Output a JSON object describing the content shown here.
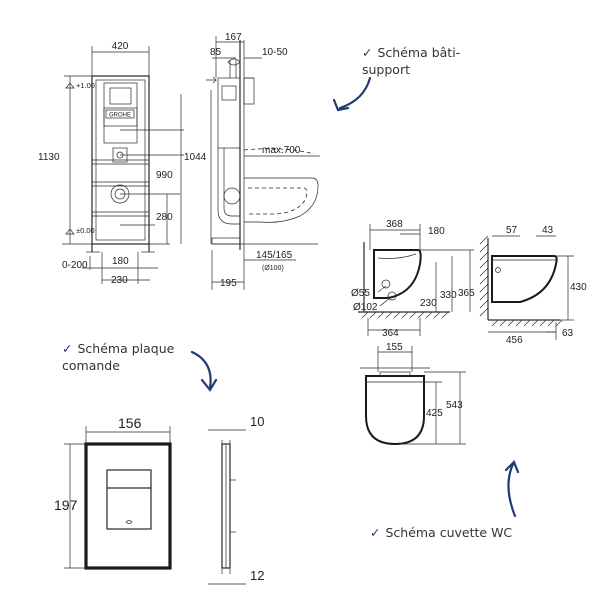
{
  "captions": {
    "frame": "Schéma bâti-\nsupport",
    "plate": "Schéma plaque\ncomande",
    "bowl": "Schéma cuvette WC",
    "tick": "✓"
  },
  "brand": {
    "logo_text": "GROHE"
  },
  "frame_dims": {
    "width_top": "420",
    "depth_total": "167",
    "depth_a": "85",
    "depth_b": "10-50",
    "height_total": "1130",
    "height_mid": "1044",
    "height_outlet": "990",
    "height_low": "280",
    "level_top": "+1.00",
    "level_zero": "±0.00",
    "max": "max.700",
    "foot_range": "0-200",
    "width_180": "180",
    "width_230": "230",
    "depth_195": "195",
    "pipe": "145/165",
    "pipe_dia": "(Ø100)"
  },
  "bowl_dims": {
    "top_368": "368",
    "top_180": "180",
    "dia_55": "Ø55",
    "dia_102": "Ø102",
    "h_230": "230",
    "h_330": "330",
    "h_365": "365",
    "bottom_364": "364",
    "side_57": "57",
    "side_43": "43",
    "side_430": "430",
    "side_456": "456",
    "side_63": "63",
    "plan_155": "155",
    "plan_425": "425",
    "plan_543": "543"
  },
  "plate_dims": {
    "width": "156",
    "height": "197",
    "depth_top": "10",
    "depth_bottom": "12"
  }
}
